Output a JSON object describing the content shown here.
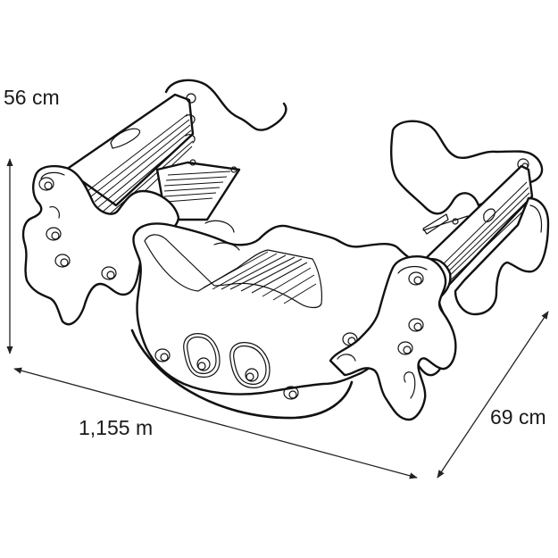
{
  "diagram": {
    "subject": "Rocking seesaw / rocker for children (line drawing)",
    "dimensions": {
      "height": {
        "label": "56 cm",
        "value": 56,
        "unit": "cm"
      },
      "length": {
        "label": "1,155 m",
        "value": 1.155,
        "unit": "m"
      },
      "depth": {
        "label": "69 cm",
        "value": 69,
        "unit": "cm"
      }
    },
    "colors": {
      "background": "#ffffff",
      "line": "#111111",
      "text": "#1a1a1a"
    }
  }
}
